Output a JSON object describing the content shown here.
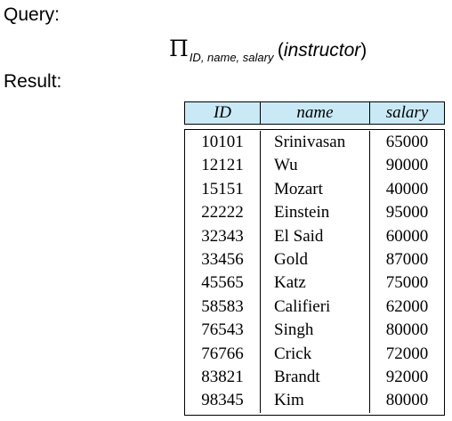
{
  "labels": {
    "query": "Query:",
    "result": "Result:"
  },
  "query": {
    "operator": "Π",
    "attributes": "ID, name, salary",
    "open_paren": "(",
    "relation": "instructor",
    "close_paren": ")"
  },
  "table": {
    "headers": [
      "ID",
      "name",
      "salary"
    ],
    "header_color": "#c9e9f6",
    "rows": [
      {
        "id": "10101",
        "name": "Srinivasan",
        "salary": "65000"
      },
      {
        "id": "12121",
        "name": "Wu",
        "salary": "90000"
      },
      {
        "id": "15151",
        "name": "Mozart",
        "salary": "40000"
      },
      {
        "id": "22222",
        "name": "Einstein",
        "salary": "95000"
      },
      {
        "id": "32343",
        "name": "El Said",
        "salary": "60000"
      },
      {
        "id": "33456",
        "name": "Gold",
        "salary": "87000"
      },
      {
        "id": "45565",
        "name": "Katz",
        "salary": "75000"
      },
      {
        "id": "58583",
        "name": "Califieri",
        "salary": "62000"
      },
      {
        "id": "76543",
        "name": "Singh",
        "salary": "80000"
      },
      {
        "id": "76766",
        "name": "Crick",
        "salary": "72000"
      },
      {
        "id": "83821",
        "name": "Brandt",
        "salary": "92000"
      },
      {
        "id": "98345",
        "name": "Kim",
        "salary": "80000"
      }
    ]
  }
}
